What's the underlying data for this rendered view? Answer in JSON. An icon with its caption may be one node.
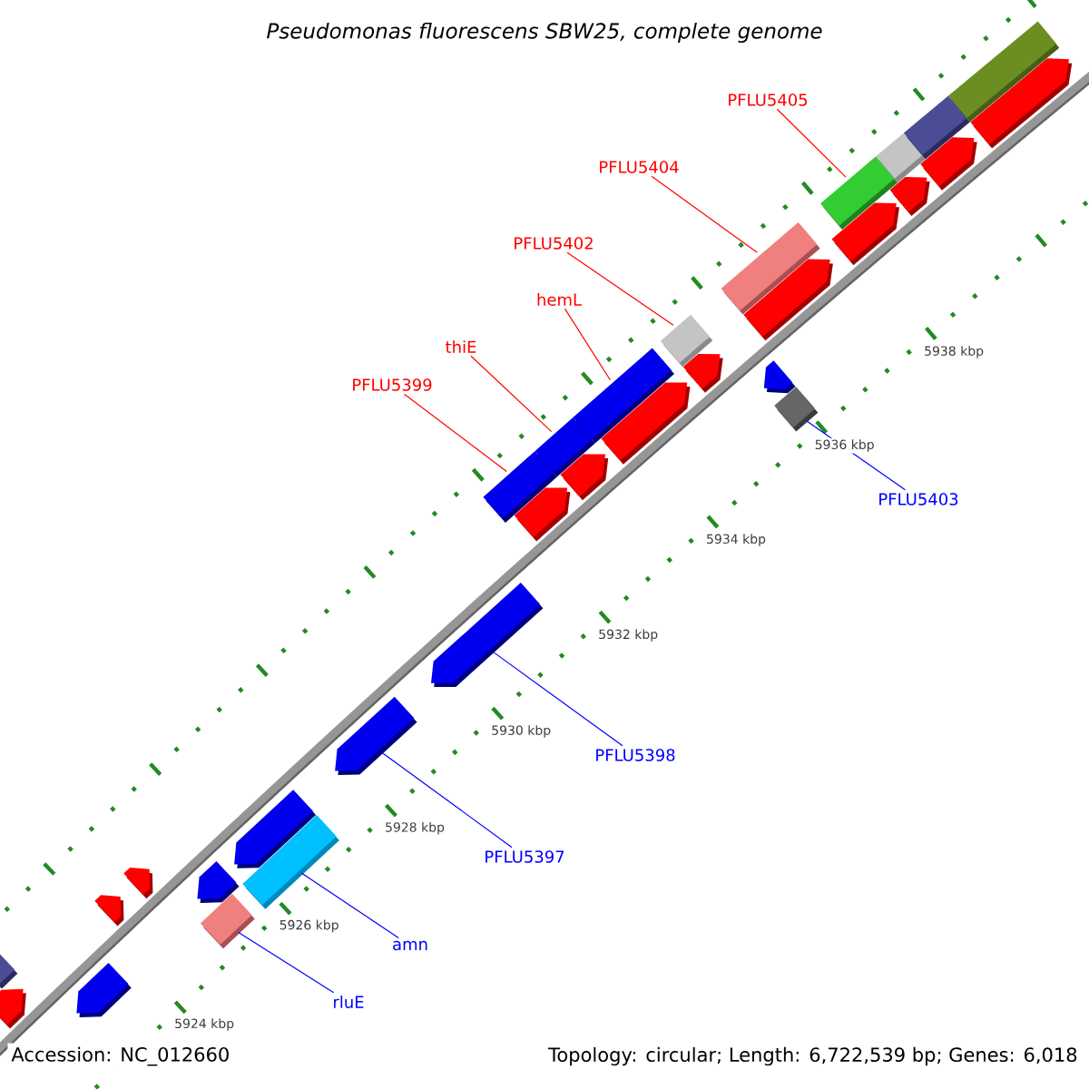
{
  "diagram": {
    "title": "Pseudomonas fluorescens SBW25, complete genome",
    "nodes": [
      {
        "text": [
          "PFLU5405"
        ]
      },
      {
        "text": [
          "PFLU5404"
        ]
      },
      {
        "text": [
          "PFLU5402"
        ]
      },
      {
        "text": [
          "hemL"
        ]
      },
      {
        "text": [
          "thiE"
        ]
      },
      {
        "text": [
          "PFLU5399"
        ]
      },
      {
        "text": [
          "PFLU5403"
        ]
      },
      {
        "text": [
          "PFLU5398"
        ]
      },
      {
        "text": [
          "PFLU5397"
        ]
      },
      {
        "text": [
          "amn"
        ]
      },
      {
        "text": [
          "rluE"
        ]
      },
      {
        "text": [],
        "shape": "bar"
      },
      {
        "text": [],
        "shape": "arrow"
      },
      {
        "text": [],
        "shape": "arrow"
      },
      {
        "text": [],
        "shape": "arrow"
      },
      {
        "text": [],
        "shape": "arrow"
      },
      {
        "text": [],
        "shape": "arrow"
      },
      {
        "text": [],
        "shape": "bar"
      },
      {
        "text": [],
        "shape": "arrow"
      },
      {
        "text": [],
        "shape": "bar"
      },
      {
        "text": [],
        "shape": "arrow"
      },
      {
        "text": [],
        "shape": "arrow"
      },
      {
        "text": [],
        "shape": "bar"
      },
      {
        "text": [],
        "shape": "arrow"
      },
      {
        "text": [],
        "shape": "bar"
      },
      {
        "text": [],
        "shape": "arrow"
      },
      {
        "text": [],
        "shape": "bar"
      },
      {
        "text": [],
        "shape": "arrow"
      },
      {
        "text": [],
        "shape": "bar"
      },
      {
        "text": [],
        "shape": "arrow"
      },
      {
        "text": [],
        "shape": "bar"
      },
      {
        "text": [],
        "shape": "arrow"
      },
      {
        "text": [],
        "shape": "arrow"
      },
      {
        "text": [],
        "shape": "bar"
      },
      {
        "text": [],
        "shape": "bar"
      },
      {
        "text": [],
        "shape": "arrow"
      },
      {
        "text": [],
        "shape": "bar"
      },
      {
        "text": [],
        "shape": "arrow"
      },
      {
        "text": [],
        "shape": "bar"
      },
      {
        "text": [],
        "shape": "arrow"
      },
      {
        "text": [],
        "shape": "bar"
      },
      {
        "text": [],
        "shape": "arrow"
      }
    ],
    "edges": [
      {
        "from": 0,
        "to": 34,
        "arrow": "none",
        "color": "#ff0000"
      },
      {
        "from": 1,
        "to": 30,
        "arrow": "none",
        "color": "#ff0000"
      },
      {
        "from": 2,
        "to": 28,
        "arrow": "none",
        "color": "#ff0000"
      },
      {
        "from": 3,
        "to": 26,
        "arrow": "none",
        "color": "#ff0000"
      },
      {
        "from": 4,
        "to": 24,
        "arrow": "none",
        "color": "#ff0000"
      },
      {
        "from": 5,
        "to": 22,
        "arrow": "none",
        "color": "#ff0000"
      },
      {
        "from": 6,
        "to": 33,
        "arrow": "none",
        "color": "#0000ff"
      },
      {
        "from": 7,
        "to": 21,
        "arrow": "none",
        "color": "#0000ff"
      },
      {
        "from": 8,
        "to": 20,
        "arrow": "none",
        "color": "#0000ff"
      },
      {
        "from": 9,
        "to": 19,
        "arrow": "none",
        "color": "#0000ff"
      },
      {
        "from": 10,
        "to": 17,
        "arrow": "none",
        "color": "#0000ff"
      }
    ],
    "labels": [
      "5938 kbp",
      "5936 kbp",
      "5934 kbp",
      "5932 kbp",
      "5930 kbp",
      "5928 kbp",
      "5926 kbp",
      "5924 kbp",
      "Accession: NC_012660",
      "Topology: circular; Length: 6,722,539 bp; Genes: 6,018"
    ]
  }
}
